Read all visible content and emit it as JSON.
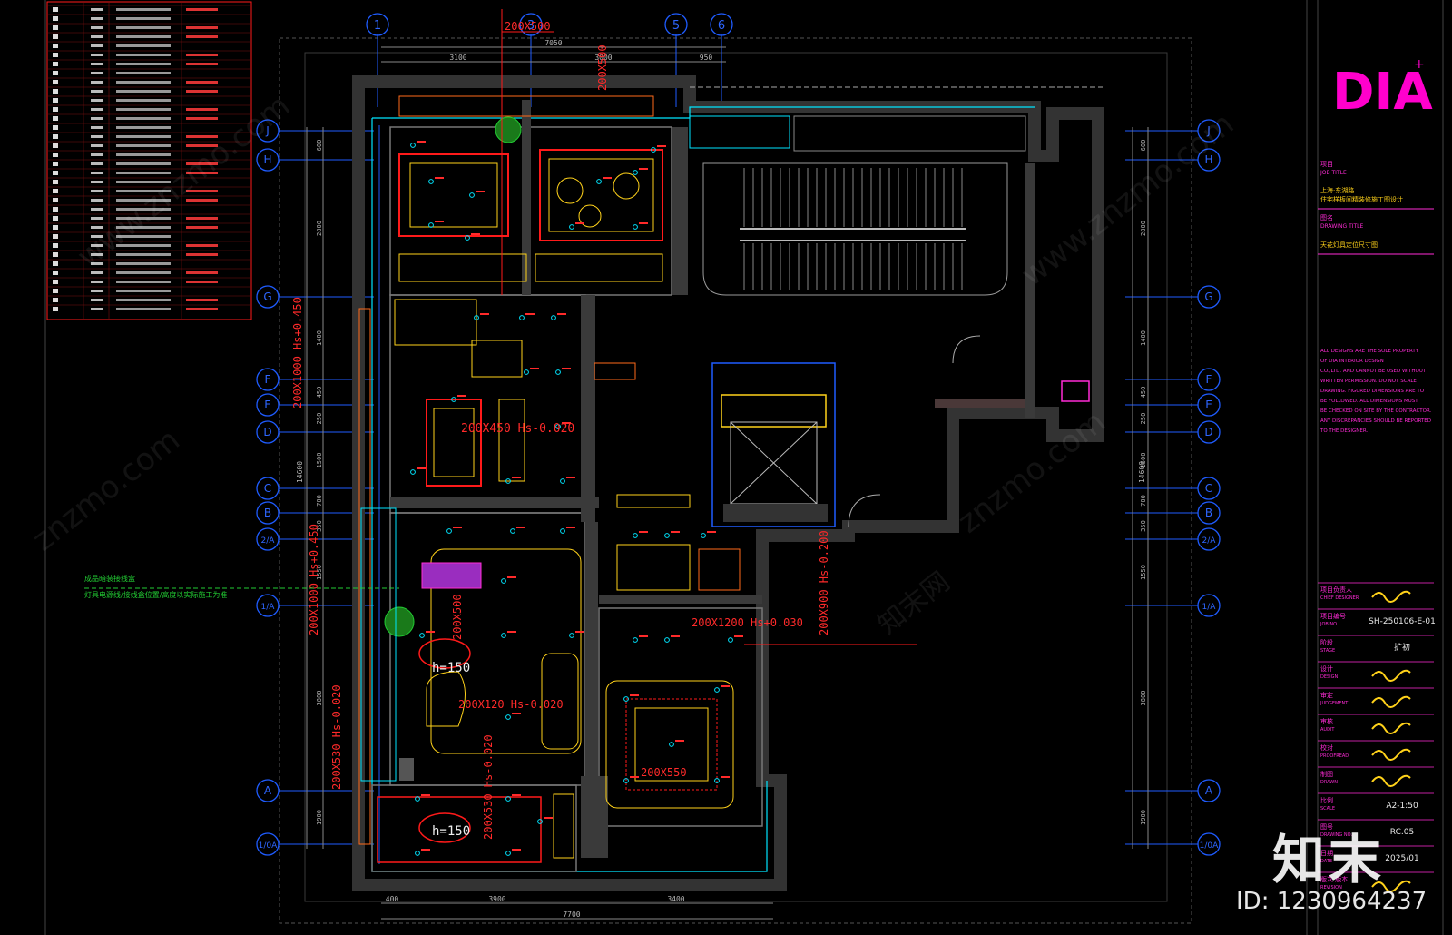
{
  "colors": {
    "background": "#000000",
    "axis": "#1f5cff",
    "wall": "#2e2e2e",
    "cyan": "#00e5ff",
    "red": "#ff1a1a",
    "yellow": "#ffd21a",
    "white": "#d8d8d8",
    "magenta": "#ff2bd6",
    "green": "#22cc33",
    "brand": "#ff00cc"
  },
  "grid_top": [
    "1",
    "3",
    "5",
    "6"
  ],
  "grid_rows": [
    "J",
    "H",
    "G",
    "F",
    "E",
    "D",
    "C",
    "B",
    "2/A",
    "1/A",
    "A",
    "1/0A"
  ],
  "dims": {
    "top_overall": "7050",
    "top_seg_1": "3100",
    "top_seg_2": "3000",
    "top_seg_3": "950",
    "bottom_overall": "7700",
    "bottom_seg_1": "400",
    "bottom_seg_2": "3900",
    "bottom_seg_3": "3400",
    "left_overall": "14600",
    "right_overall": "14600",
    "rows": [
      "600",
      "2800",
      "1400",
      "450",
      "250",
      "1500",
      "700",
      "350",
      "1550",
      "3800",
      "1900"
    ]
  },
  "annotations": {
    "top_red_tag": "200X500",
    "top_red_tag_2": "200X500",
    "mid_red_tag": "200X450\nHs-0.020",
    "left_red_tag": "200X1000\nHs+0.450",
    "left_red_tag_2": "200X1000\nHs+0.450",
    "living_h": "h=150",
    "living_tag": "200X500",
    "living_tag2": "200X120\nHs-0.020",
    "terrace_h": "h=150",
    "terrace_tag": "200X530\nHs-0.020",
    "terrace_tag2": "200X530\nHs-0.020",
    "master_tag": "200X1200\nHs+0.030",
    "master_tag2": "200X550",
    "right_red_tag": "200X900\nHs-0.200",
    "green_note_1": "成品暗装接线盒",
    "green_note_2": "灯具电源线/接线盒位置/高度以实际施工为准"
  },
  "legend_rows": 34,
  "titleblock": {
    "logo": "DIA",
    "logo_plus": "+",
    "project_label": "项目",
    "project_label_en": "JOB TITLE",
    "project_name": "上海·东湖路",
    "project_name_2": "住宅样板间精装修施工图设计",
    "drawing_label": "图名",
    "drawing_label_en": "DRAWING TITLE",
    "drawing_name": "天花灯具定位尺寸图",
    "notice": [
      "ALL DESIGNS ARE THE SOLE PROPERTY",
      "OF DIA INTERIOR DESIGN",
      "CO.,LTD. AND CANNOT BE USED WITHOUT",
      "WRITTEN PERMISSION. DO NOT SCALE",
      "DRAWING. FIGURED DIMENSIONS ARE TO",
      "BE FOLLOWED. ALL DIMENSIONS MUST",
      "BE CHECKED ON SITE BY THE CONTRACTOR.",
      "ANY DISCREPANCIES SHOULD BE REPORTED",
      "TO THE DESIGNER."
    ],
    "rows": [
      {
        "label": "项目负责人",
        "en": "CHIEF DESIGNER",
        "value": ""
      },
      {
        "label": "项目编号",
        "en": "JOB NO.",
        "value": "SH-250106-E-01"
      },
      {
        "label": "阶段",
        "en": "STAGE",
        "value": "扩初"
      },
      {
        "label": "设计",
        "en": "DESIGN",
        "value": ""
      },
      {
        "label": "审定",
        "en": "JUDGEMENT",
        "value": ""
      },
      {
        "label": "审核",
        "en": "AUDIT",
        "value": ""
      },
      {
        "label": "校对",
        "en": "PROOFREAD",
        "value": ""
      },
      {
        "label": "制图",
        "en": "DRAWN",
        "value": ""
      },
      {
        "label": "比例",
        "en": "SCALE",
        "value": "A2-1:50"
      },
      {
        "label": "图号",
        "en": "DRAWING NO.",
        "value": "RC.05"
      },
      {
        "label": "日期",
        "en": "DATE",
        "value": "2025/01"
      },
      {
        "label": "版次 版本",
        "en": "REVISION",
        "value": ""
      }
    ]
  },
  "watermark": {
    "brand": "知末",
    "id": "ID: 1230964237",
    "site": "www.znzmo.com",
    "site_short": "znzmo.com",
    "cn": "知末网"
  }
}
